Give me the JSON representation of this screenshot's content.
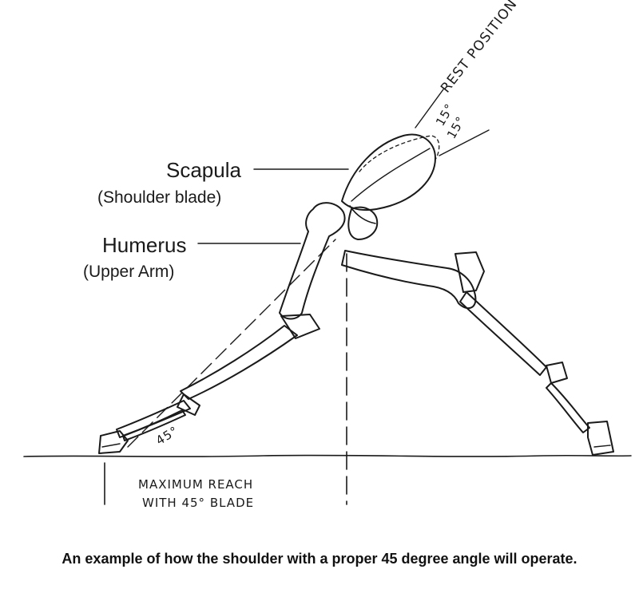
{
  "labels": {
    "scapula": "Scapula",
    "scapula_sub": "(Shoulder blade)",
    "humerus": "Humerus",
    "humerus_sub": "(Upper Arm)",
    "rest_position": "REST POSITION",
    "deg_15_a": "15°",
    "deg_15_b": "15°",
    "angle": "45°",
    "reach_line1": "MAXIMUM REACH",
    "reach_line2": "WITH 45° BLADE"
  },
  "caption": "An example of how the shoulder with a proper 45 degree angle will operate.",
  "colors": {
    "ink": "#1a1a1a",
    "background": "#ffffff",
    "caption": "#111111"
  }
}
